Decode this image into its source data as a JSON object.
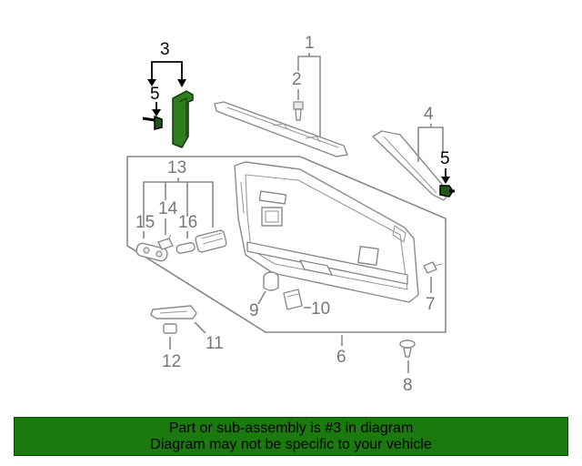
{
  "callouts": {
    "c1": "1",
    "c2": "2",
    "c3": "3",
    "c4": "4",
    "c5a": "5",
    "c5b": "5",
    "c6": "6",
    "c7": "7",
    "c8": "8",
    "c9": "9",
    "c10": "10",
    "c11": "11",
    "c12": "12",
    "c13": "13",
    "c14": "14",
    "c15": "15",
    "c16": "16"
  },
  "banner": {
    "line1": "Part or sub-assembly is #3 in diagram",
    "line2": "Diagram may not be specific to your vehicle"
  },
  "colors": {
    "banner_bg": "#1b7a0e",
    "highlight_part": "#2e7d1e",
    "callout_grey": "#777777"
  }
}
